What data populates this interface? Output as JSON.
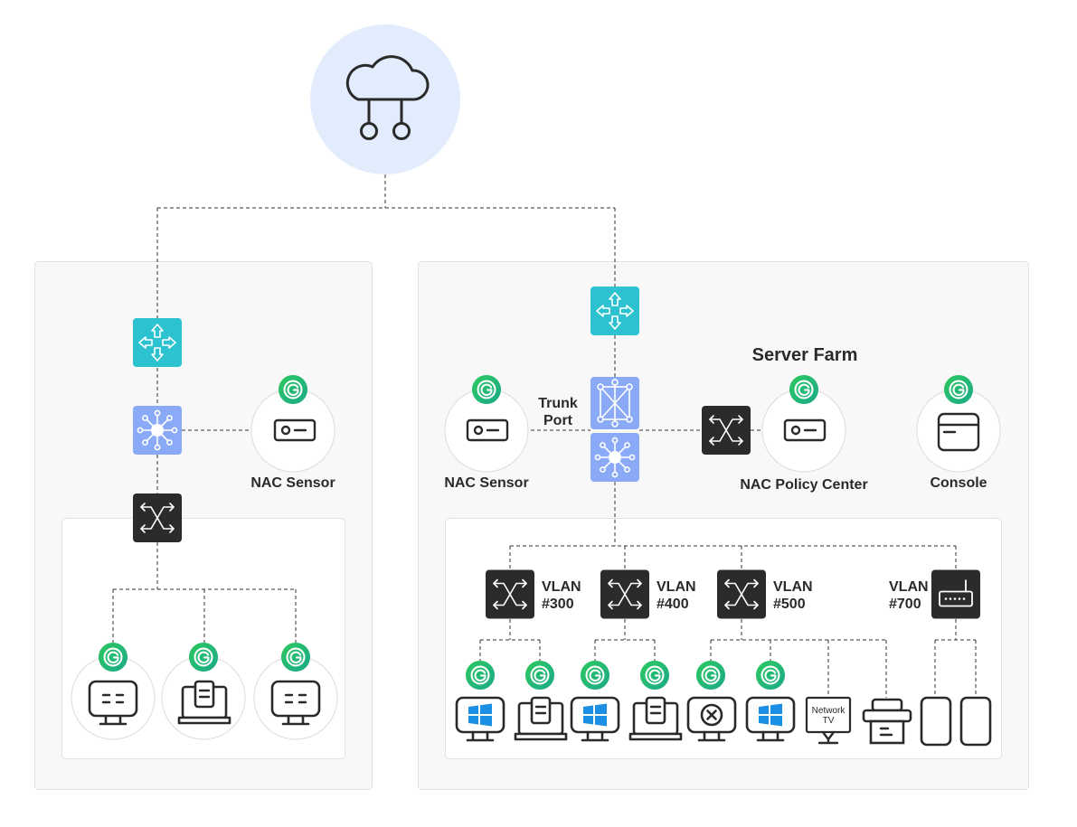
{
  "labels": {
    "left_nac_sensor": "NAC Sensor",
    "right_nac_sensor": "NAC Sensor",
    "trunk_port_line1": "Trunk",
    "trunk_port_line2": "Port",
    "server_farm": "Server Farm",
    "nac_policy_center": "NAC Policy Center",
    "console": "Console",
    "vlan300_line1": "VLAN",
    "vlan300_line2": "#300",
    "vlan400_line1": "VLAN",
    "vlan400_line2": "#400",
    "vlan500_line1": "VLAN",
    "vlan500_line2": "#500",
    "vlan700_line1": "VLAN",
    "vlan700_line2": "#700",
    "network_tv_line1": "Network",
    "network_tv_line2": "TV"
  },
  "icons": {
    "cloud": "cloud-network-icon",
    "router": "router-icon",
    "hub": "hub-switch-icon",
    "l2_switch": "l2-switch-icon",
    "core_switch": "core-switch-icon",
    "agent_badge": "g-agent-badge-icon",
    "sensor": "sensor-device-icon",
    "console": "console-window-icon",
    "desktop": "desktop-icon",
    "laptop": "laptop-icon",
    "windows_pc": "windows-pc-icon",
    "blocked_pc": "blocked-pc-icon",
    "network_tv": "network-tv-icon",
    "printer": "printer-icon",
    "phone": "phone-icon",
    "access_point": "access-point-icon"
  },
  "colors": {
    "cloud_bg": "#e3ecfc",
    "router": "#2dc2cf",
    "hub": "#8aa9f6",
    "switch": "#2b2b2b",
    "agent_green": "#2bbd6c",
    "windows_blue": "#1a8fe3",
    "panel_bg": "#f8f8f8",
    "panel_border": "#e2e2e2"
  }
}
